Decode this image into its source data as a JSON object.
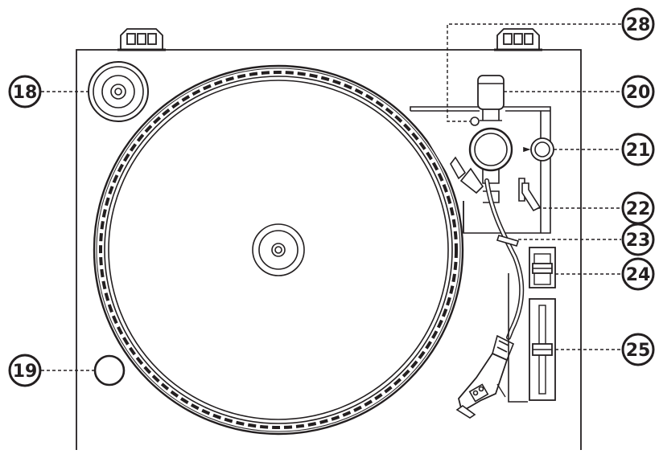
{
  "diagram": {
    "subject": "turntable-top-view",
    "line_color": "#231f20",
    "fill_color": "#ffffff",
    "callouts": [
      {
        "id": "callout-18",
        "label": "18"
      },
      {
        "id": "callout-19",
        "label": "19"
      },
      {
        "id": "callout-20",
        "label": "20"
      },
      {
        "id": "callout-21",
        "label": "21"
      },
      {
        "id": "callout-22",
        "label": "22"
      },
      {
        "id": "callout-23",
        "label": "23"
      },
      {
        "id": "callout-24",
        "label": "24"
      },
      {
        "id": "callout-25",
        "label": "25"
      },
      {
        "id": "callout-28",
        "label": "28"
      }
    ]
  }
}
